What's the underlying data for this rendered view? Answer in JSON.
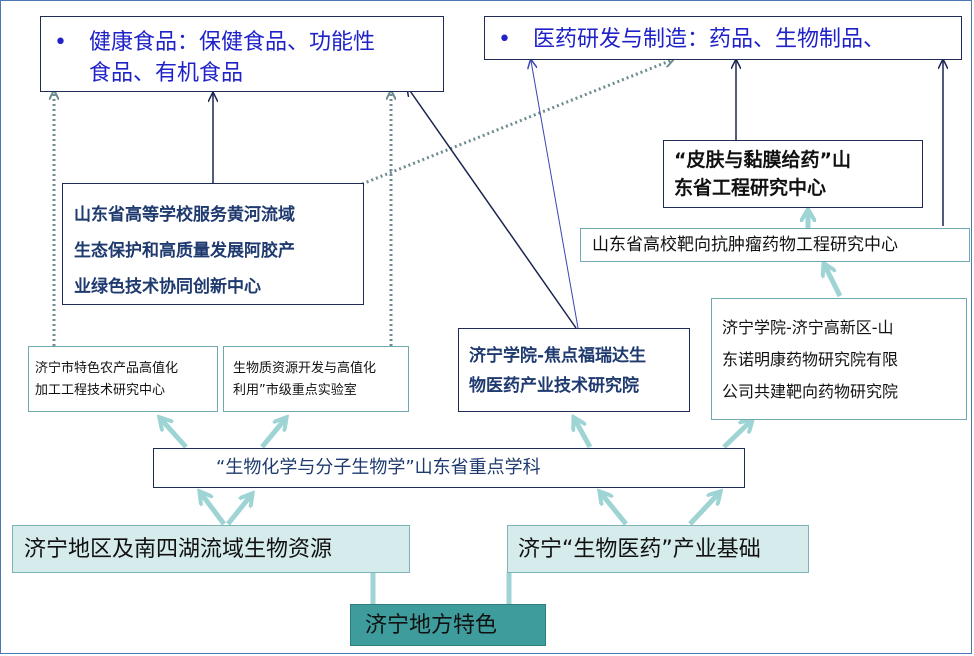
{
  "top_left": {
    "bullet": "•",
    "line1": "健康食品：保健食品、功能性",
    "line2": "食品、有机食品"
  },
  "top_right": {
    "bullet": "•",
    "text": "医药研发与制造：药品、生物制品、"
  },
  "skin_center": {
    "line1": "“皮肤与黏膜给药”山",
    "line2": "东省工程研究中心"
  },
  "target_center": "山东省高校靶向抗肿瘤药物工程研究中心",
  "yellow_river_center": {
    "line1": "山东省高等学校服务黄河流域",
    "line2": "生态保护和高质量发展阿胶产",
    "line3": "业绿色技术协同创新中心"
  },
  "jining_agri": {
    "line1": "济宁市特色农产品高值化",
    "line2": "加工工程技术研究中心"
  },
  "bio_lab": {
    "line1": "生物质资源开发与高值化",
    "line2": "利用”市级重点实验室"
  },
  "jiaodian": {
    "line1": "济宁学院-焦点福瑞达生",
    "line2": "物医药产业技术研究院"
  },
  "nuoming": {
    "line1": "济宁学院-济宁高新区-山",
    "line2": "东诺明康药物研究院有限",
    "line3": "公司共建靶向药物研究院"
  },
  "discipline": "“生物化学与分子生物学”山东省重点学科",
  "bio_resources": "济宁地区及南四湖流域生物资源",
  "industry_base": "济宁“生物医药”产业基础",
  "local_feature": "济宁地方特色"
}
